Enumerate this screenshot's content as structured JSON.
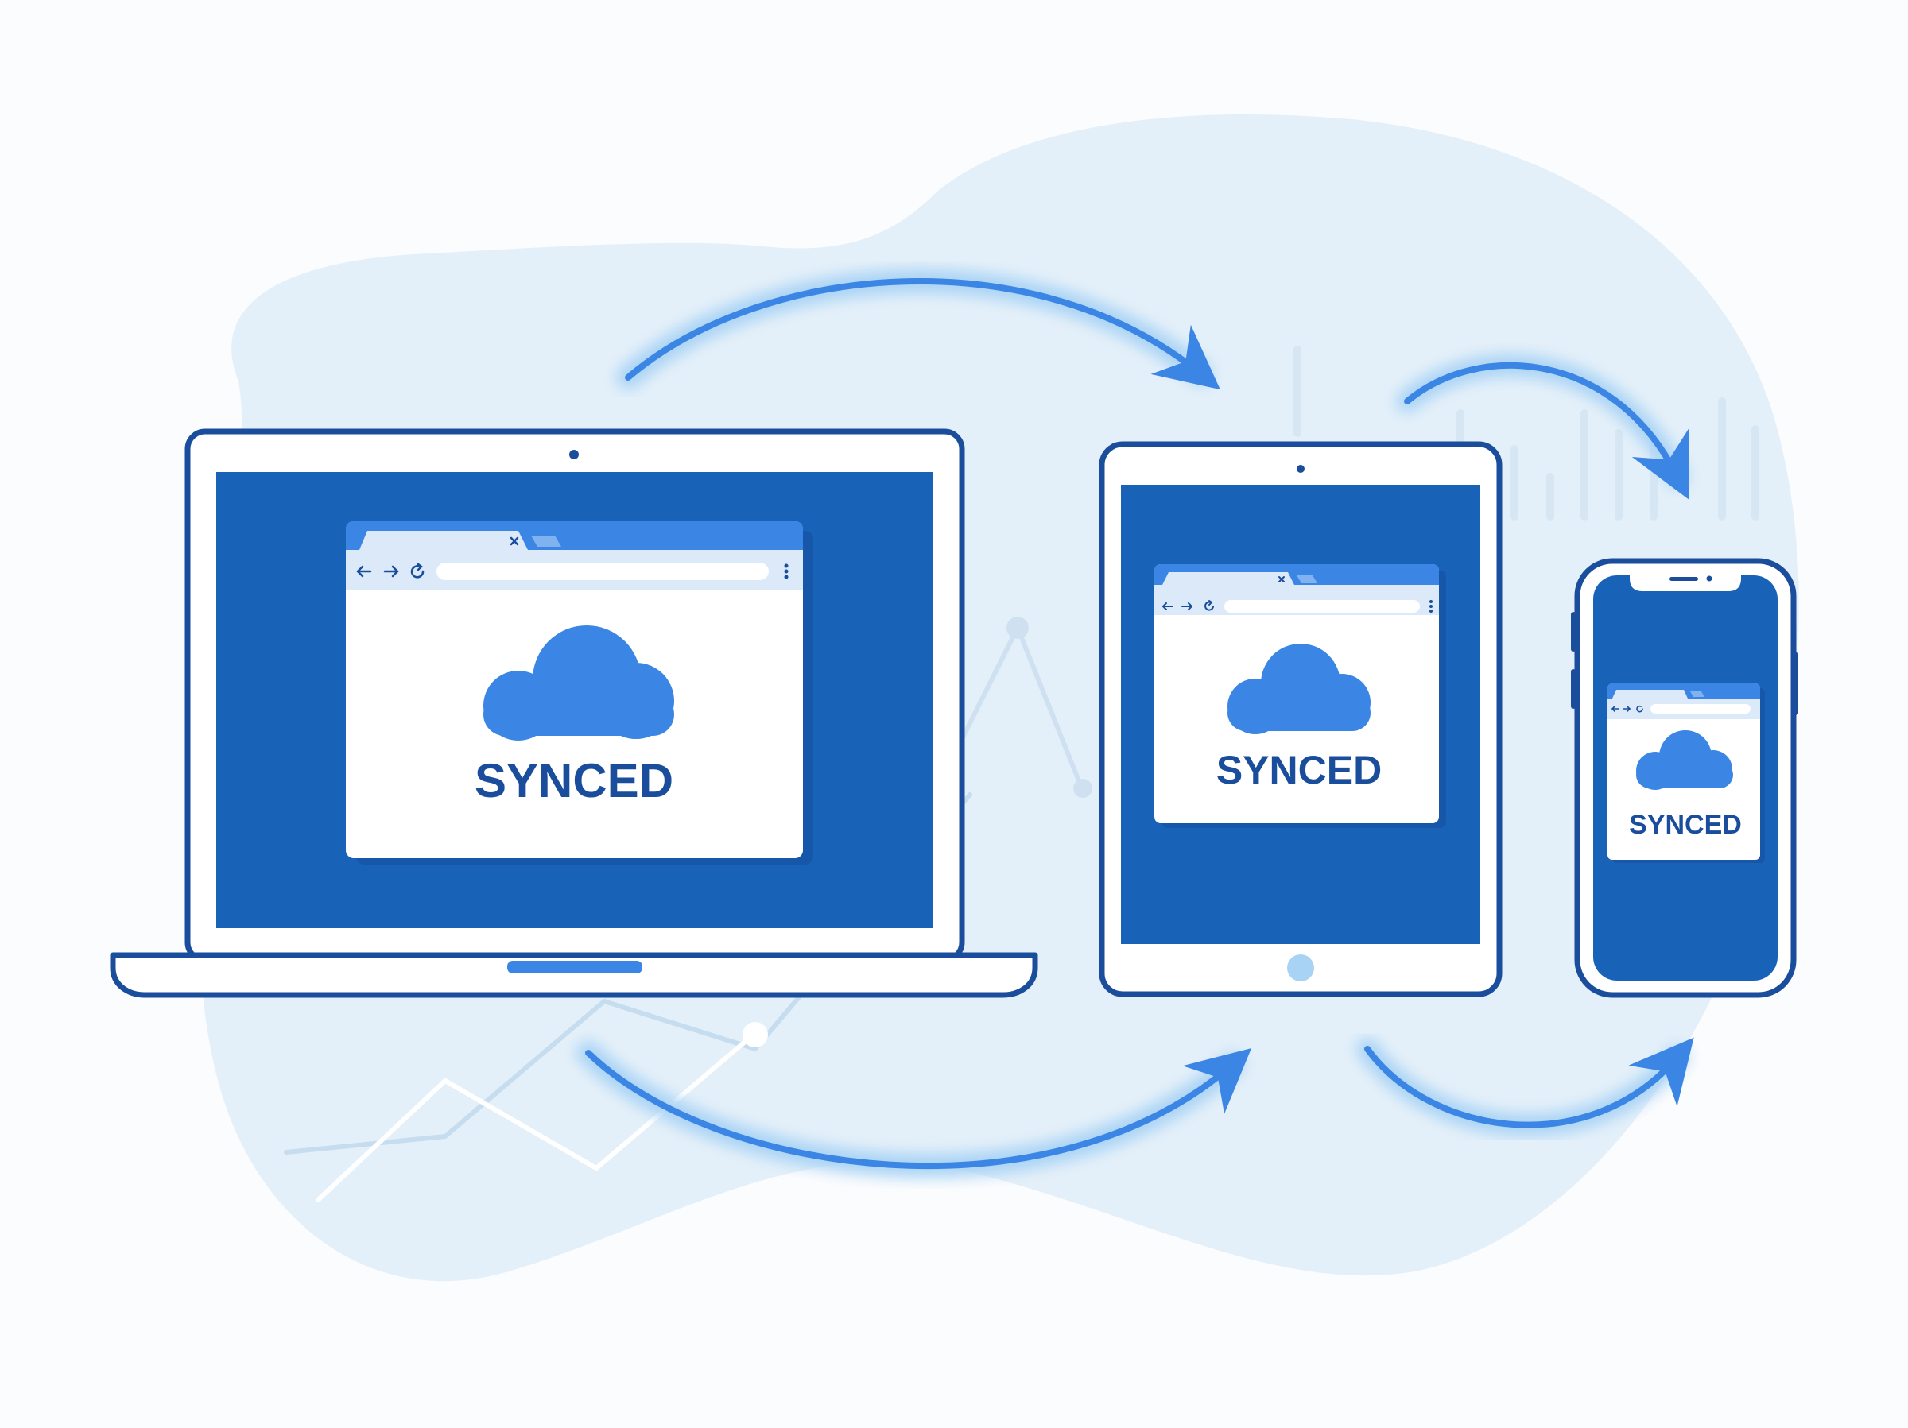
{
  "colors": {
    "page_background": "#fbfcfd",
    "blob": "#e4f0f9",
    "device_outline": "#1a4d9c",
    "screen": "#1863b8",
    "browser_accent": "#3b86e4",
    "browser_light": "#dbe9f8",
    "cloud": "#3b86e4",
    "label": "#1a4d9c",
    "arrow": "#3b86e4",
    "arrow_glow": "#a9d3f5",
    "decor_line": "#c6ddf0"
  },
  "devices": {
    "laptop": {
      "status_label": "SYNCED",
      "icon": "cloud-icon"
    },
    "tablet": {
      "status_label": "SYNCED",
      "icon": "cloud-icon"
    },
    "phone": {
      "status_label": "SYNCED",
      "icon": "cloud-icon"
    }
  },
  "browser_icons": [
    "back-arrow-icon",
    "forward-arrow-icon",
    "reload-icon",
    "tab-close-icon",
    "kebab-menu-icon"
  ],
  "arrows": [
    "laptop-to-tablet-top",
    "tablet-to-phone-top",
    "laptop-to-tablet-bottom",
    "tablet-to-phone-bottom"
  ]
}
